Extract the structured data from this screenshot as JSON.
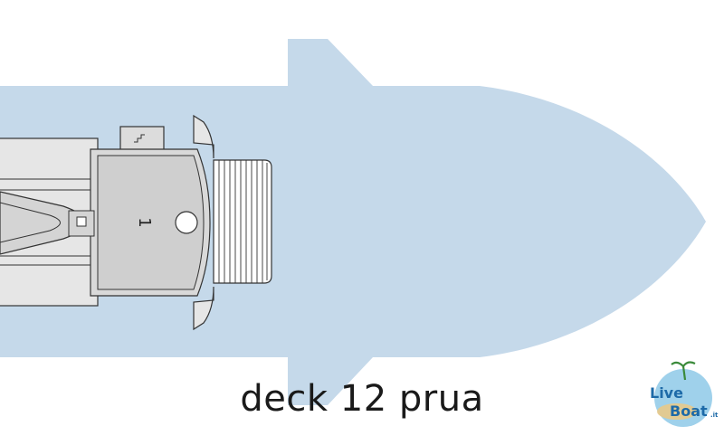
{
  "caption": "deck 12 prua",
  "cabin_label": "1",
  "logo": {
    "text_main": "Live",
    "text_second": "Boat",
    "suffix": ".it"
  },
  "colors": {
    "hull": "#c5d9ea",
    "structure_fill": "#e6e6e6",
    "structure_stroke": "#333333",
    "white": "#ffffff",
    "logo_blue": "#1d6aa8",
    "logo_water": "#8ec9e8",
    "logo_sand": "#e8c98a"
  }
}
